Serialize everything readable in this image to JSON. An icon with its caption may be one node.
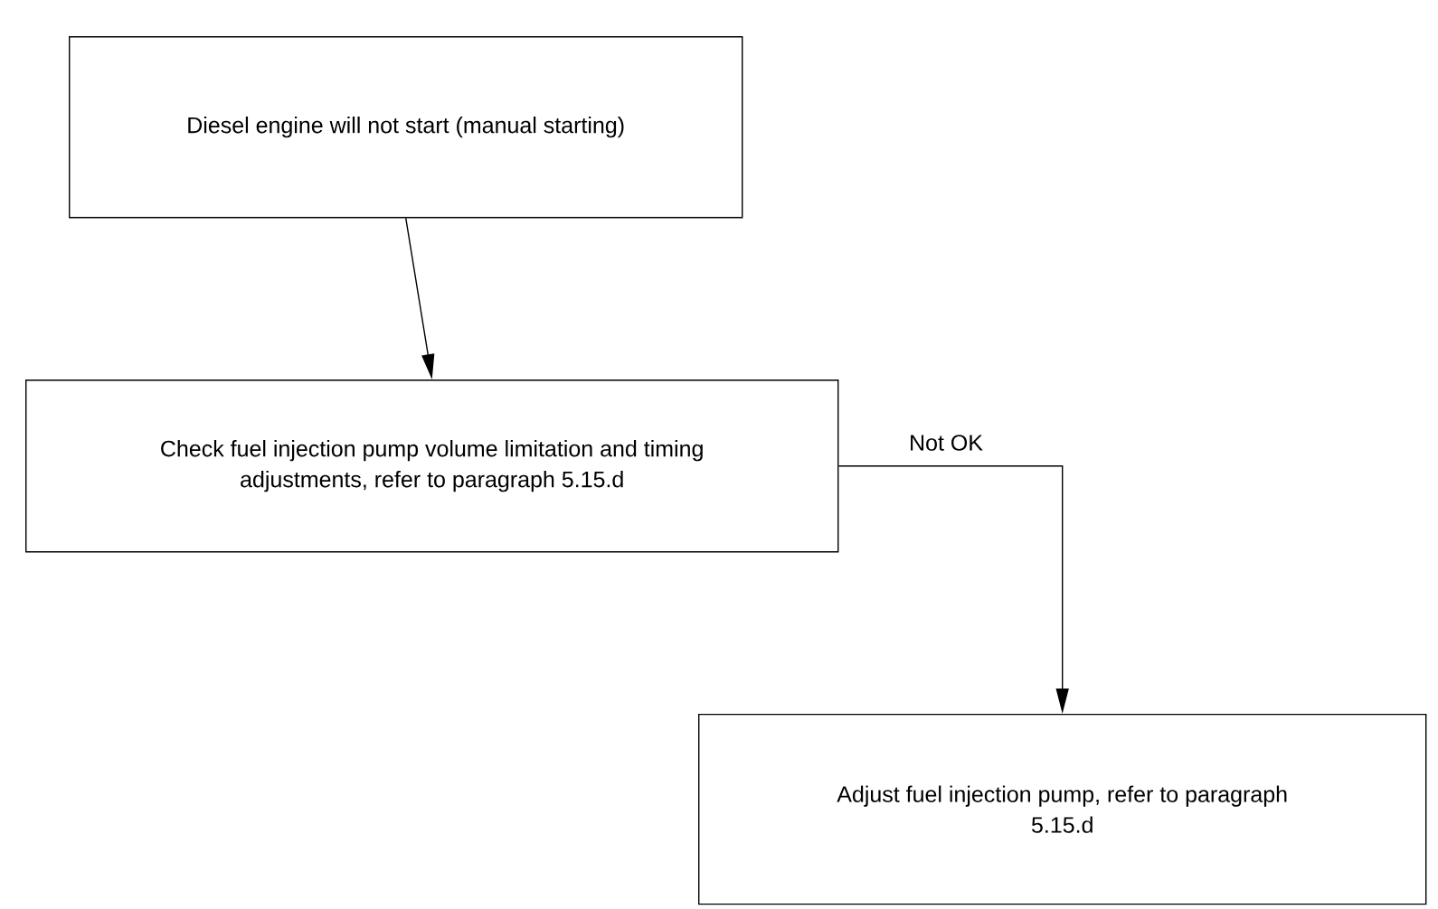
{
  "diagram": {
    "nodes": [
      {
        "text": [
          "Diesel engine will not start (manual starting)"
        ]
      },
      {
        "text": [
          "Check fuel injection pump volume limitation and timing adjustments, refer to paragraph 5.15.d"
        ]
      },
      {
        "text": [
          "Adjust fuel injection pump, refer to paragraph 5.15.d"
        ]
      }
    ],
    "edges": [
      {
        "from": 0,
        "to": 1,
        "arrow": "to"
      },
      {
        "from": 1,
        "to": 2,
        "arrow": "to",
        "label": "Not OK"
      }
    ]
  }
}
